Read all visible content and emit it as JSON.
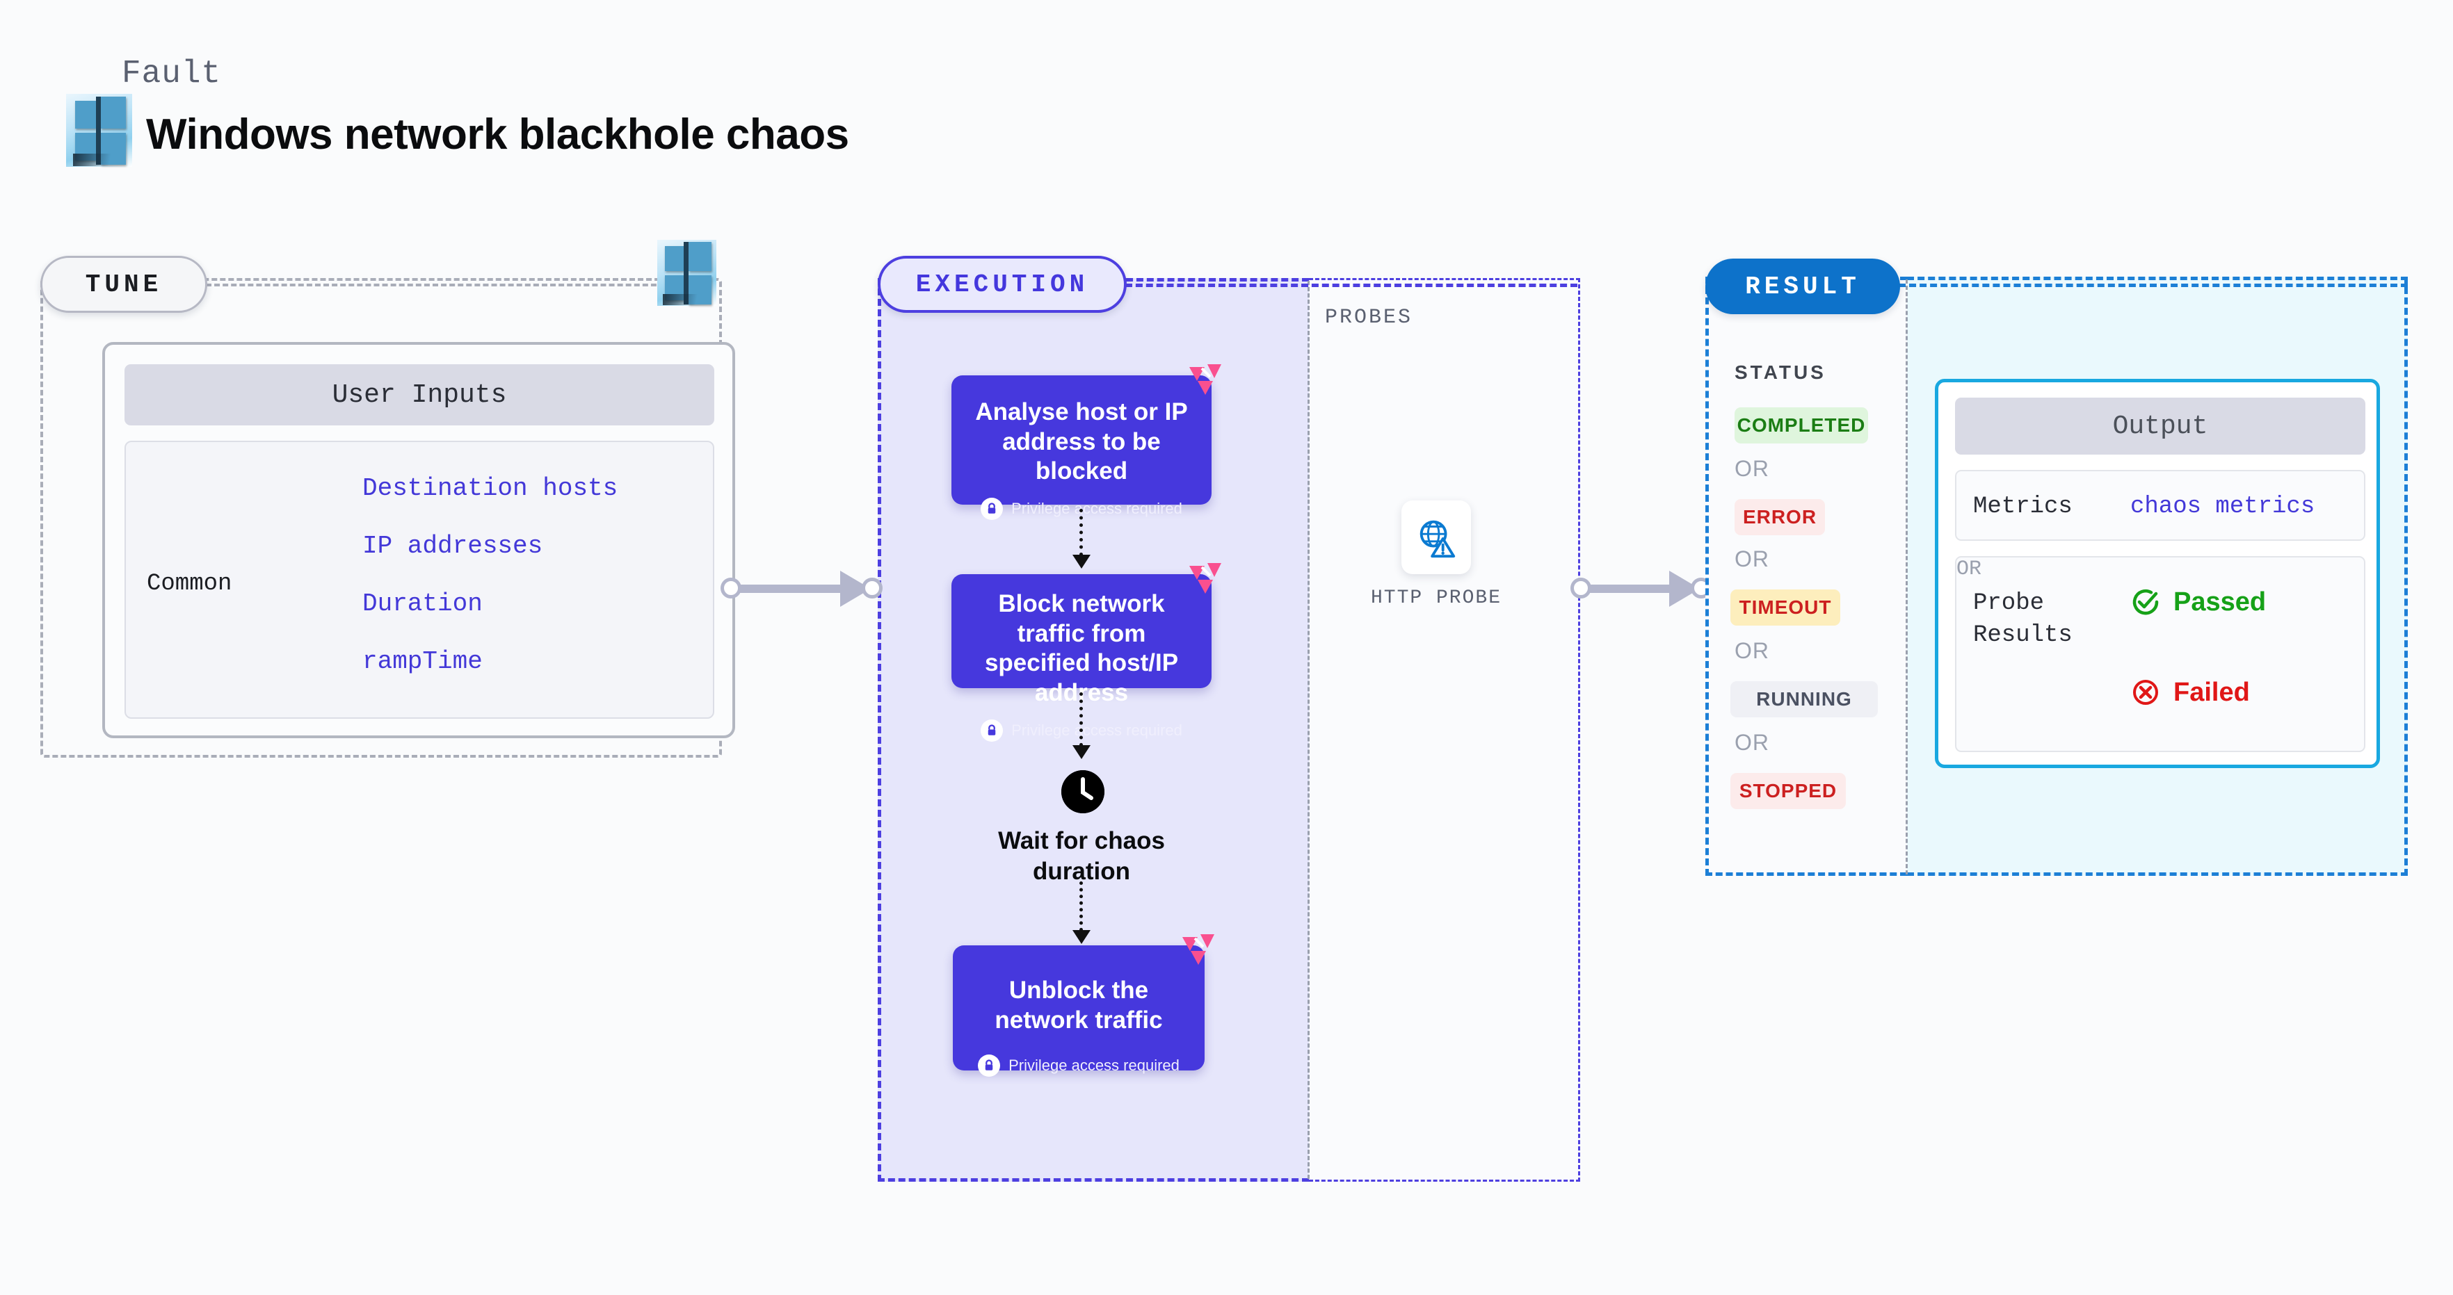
{
  "header": {
    "kicker": "Fault",
    "title": "Windows network blackhole chaos",
    "logo_icon": "windows-logo-icon"
  },
  "tune": {
    "pill_label": "TUNE",
    "logo_icon": "windows-logo-icon",
    "user_inputs_header": "User Inputs",
    "group_label": "Common",
    "params": [
      "Destination hosts",
      "IP addresses",
      "Duration",
      "rampTime"
    ]
  },
  "execution": {
    "pill_label": "EXECUTION",
    "privilege_note": "Privilege access required",
    "lock_icon": "lock-icon",
    "litmus_icon": "litmus-chaos-icon",
    "clock_icon": "clock-icon",
    "steps": [
      {
        "title": "Analyse host or IP address to be blocked"
      },
      {
        "title": "Block network traffic from specified host/IP address"
      }
    ],
    "wait_step": {
      "title": "Wait for chaos duration"
    },
    "final_step": {
      "title": "Unblock the network traffic"
    }
  },
  "probes": {
    "section_label": "PROBES",
    "items": [
      {
        "label": "HTTP PROBE",
        "icon": "globe-warning-icon"
      }
    ]
  },
  "result": {
    "pill_label": "RESULT",
    "status_label": "STATUS",
    "or_label": "OR",
    "statuses": [
      {
        "label": "COMPLETED",
        "color": "#1b7d14",
        "bg": "#dff5dd"
      },
      {
        "label": "ERROR",
        "color": "#cc2020",
        "bg": "#fcebeb"
      },
      {
        "label": "TIMEOUT",
        "color": "#cc2020",
        "bg": "#fdeebd"
      },
      {
        "label": "RUNNING",
        "color": "#4b5162",
        "bg": "#eff0f5"
      },
      {
        "label": "STOPPED",
        "color": "#cc2020",
        "bg": "#fcebeb"
      }
    ],
    "output": {
      "header": "Output",
      "metrics_key": "Metrics",
      "metrics_value": "chaos metrics",
      "probe_key_line1": "Probe",
      "probe_key_line2": "Results",
      "passed_label": "Passed",
      "failed_label": "Failed",
      "or_label": "OR",
      "passed_icon": "check-circle-icon",
      "failed_icon": "x-circle-icon"
    }
  },
  "colors": {
    "execution_accent": "#4d3fe0",
    "result_accent": "#1c7fd6",
    "card_purple": "#4638dd",
    "litmus_pink": "#f9508f",
    "output_border": "#19a8e0"
  }
}
